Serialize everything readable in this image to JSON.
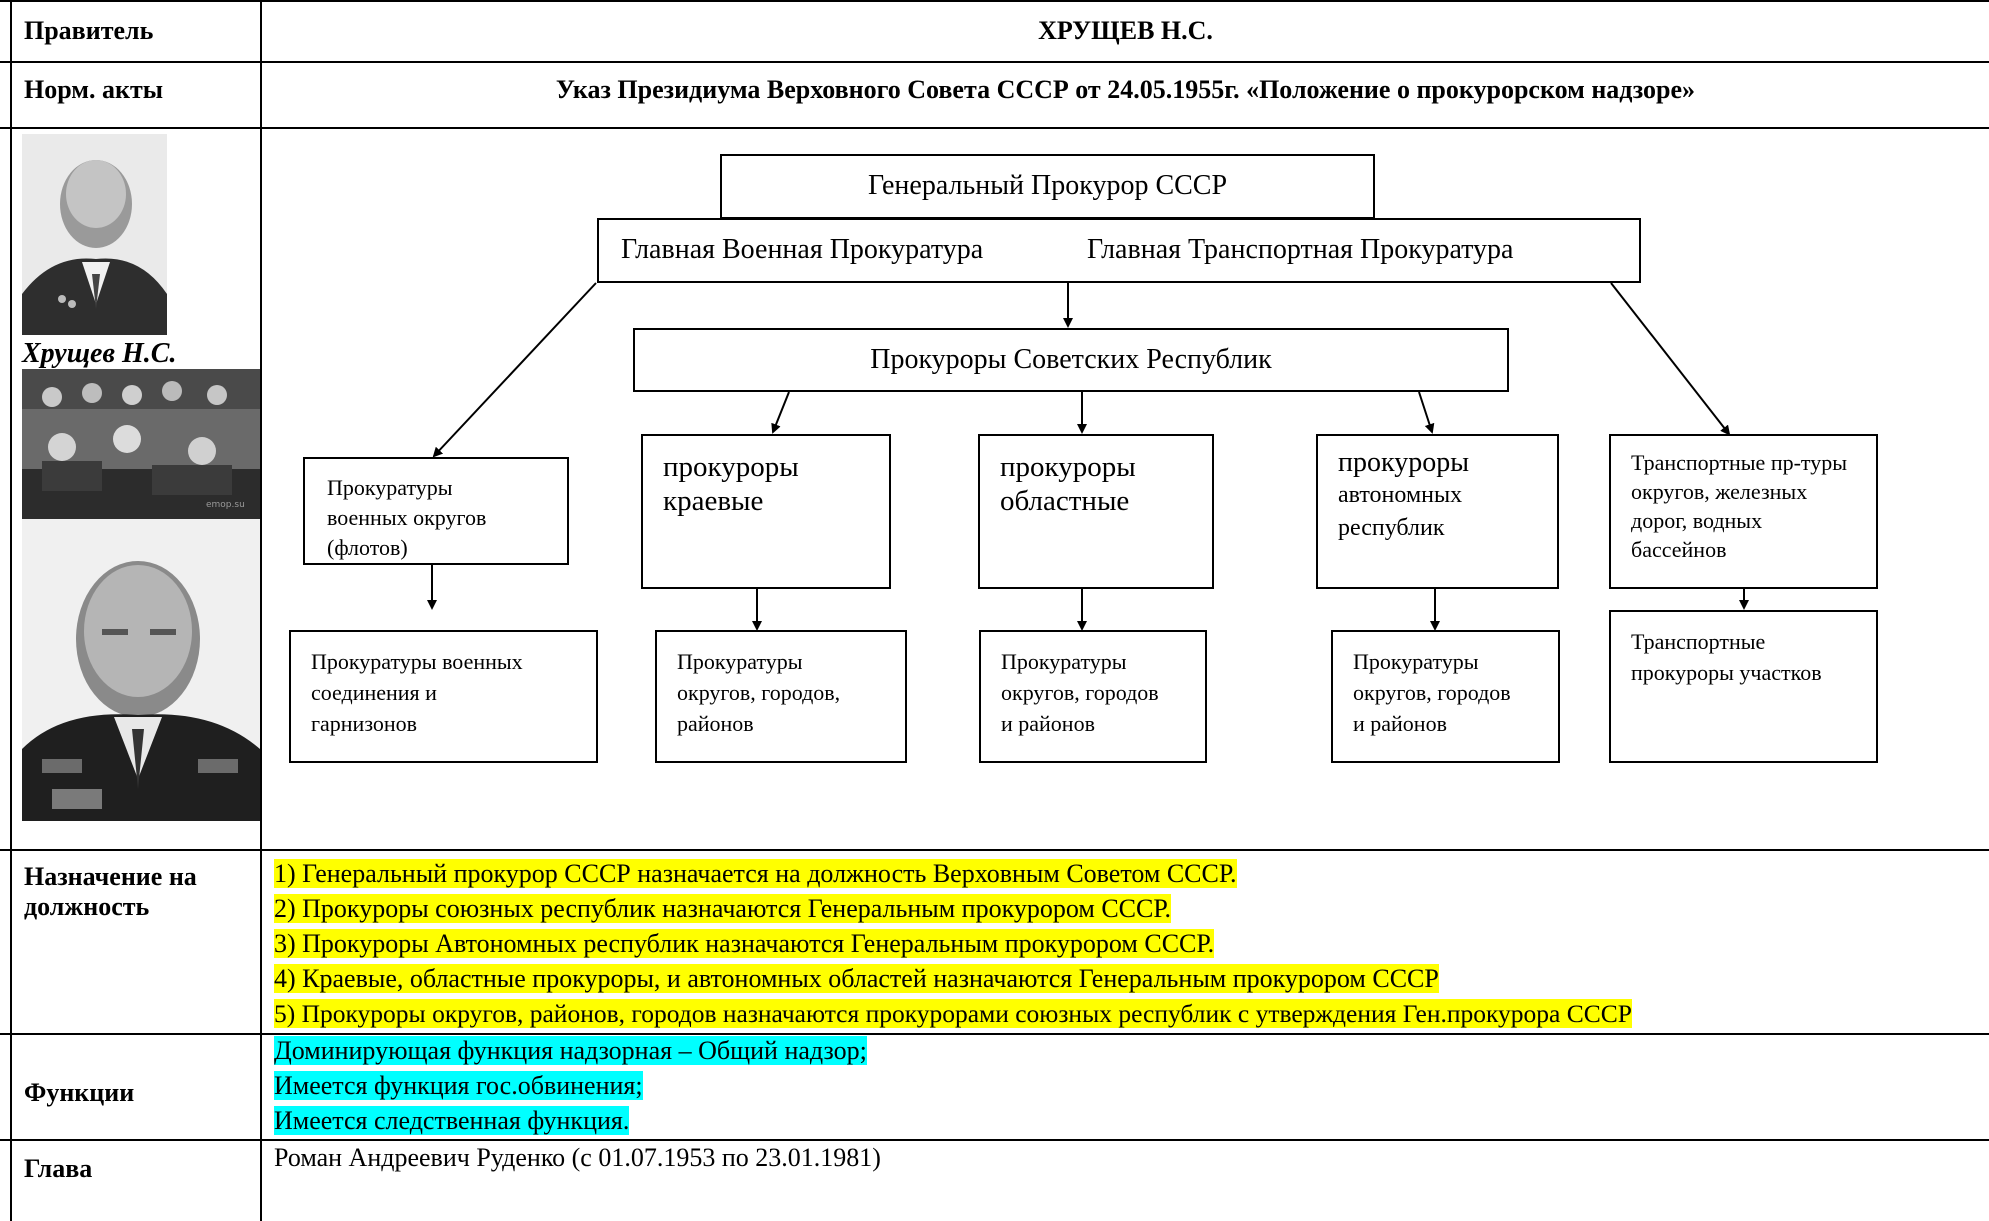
{
  "rows": {
    "ruler": {
      "label": "Правитель",
      "value": "ХРУЩЕВ Н.С."
    },
    "acts": {
      "label": "Норм. акты",
      "value": "Указ Президиума Верховного Совета СССР от 24.05.1955г. «Положение о прокурорском надзоре»"
    },
    "appointment": {
      "label_line1": "Назначение на",
      "label_line2": "должность",
      "items": [
        "1) Генеральный прокурор СССР назначается на должность Верховным Советом СССР.",
        "2) Прокуроры союзных республик назначаются Генеральным прокурором СССР.",
        "3) Прокуроры Автономных республик назначаются Генеральным прокурором СССР.",
        "4) Краевые, областные прокуроры, и автономных областей назначаются Генеральным прокурором СССР",
        "5) Прокуроры округов, районов, городов назначаются прокурорами союзных республик с утверждения Ген.прокурора СССР"
      ]
    },
    "functions": {
      "label": "Функции",
      "items": [
        "Доминирующая функция надзорная – Общий надзор;",
        "Имеется функция гос.обвинения;",
        "Имеется следственная функция."
      ]
    },
    "head": {
      "label": "Глава",
      "value": "Роман Андреевич Руденко (с 01.07.1953 по 23.01.1981)"
    }
  },
  "photos": {
    "caption": "Хрущев Н.С.",
    "stamp": "emop.su"
  },
  "diagram": {
    "general": "Генеральный Прокурор  СССР",
    "military_main": "Главная Военная Прокуратура",
    "transport_main": "Главная Транспортная Прокуратура",
    "republics": "Прокуроры Советских Республик",
    "military_districts": [
      "Прокуратуры",
      "военных округов",
      "(флотов)"
    ],
    "kraevye": [
      "прокуроры",
      "краевые"
    ],
    "oblastnye": [
      "прокуроры",
      "областные"
    ],
    "autonomous": [
      "прокуроры",
      "автономных",
      "республик"
    ],
    "transport_districts": [
      "Транспортные пр-туры",
      "округов, железных",
      "дорог, водных",
      "бассейнов"
    ],
    "military_units": [
      "Прокуратуры военных",
      "соединения и",
      "гарнизонов"
    ],
    "kraevye_sub": [
      "Прокуратуры",
      "округов, городов,",
      "районов"
    ],
    "oblastnye_sub": [
      "Прокуратуры",
      "округов, городов",
      "и районов"
    ],
    "autonomous_sub": [
      "Прокуратуры",
      "округов, городов",
      "и районов"
    ],
    "transport_sub": [
      "Транспортные",
      "прокуроры  участков"
    ]
  },
  "colors": {
    "highlight_yellow": "#ffff00",
    "highlight_cyan": "#00ffff",
    "line": "#000000"
  }
}
